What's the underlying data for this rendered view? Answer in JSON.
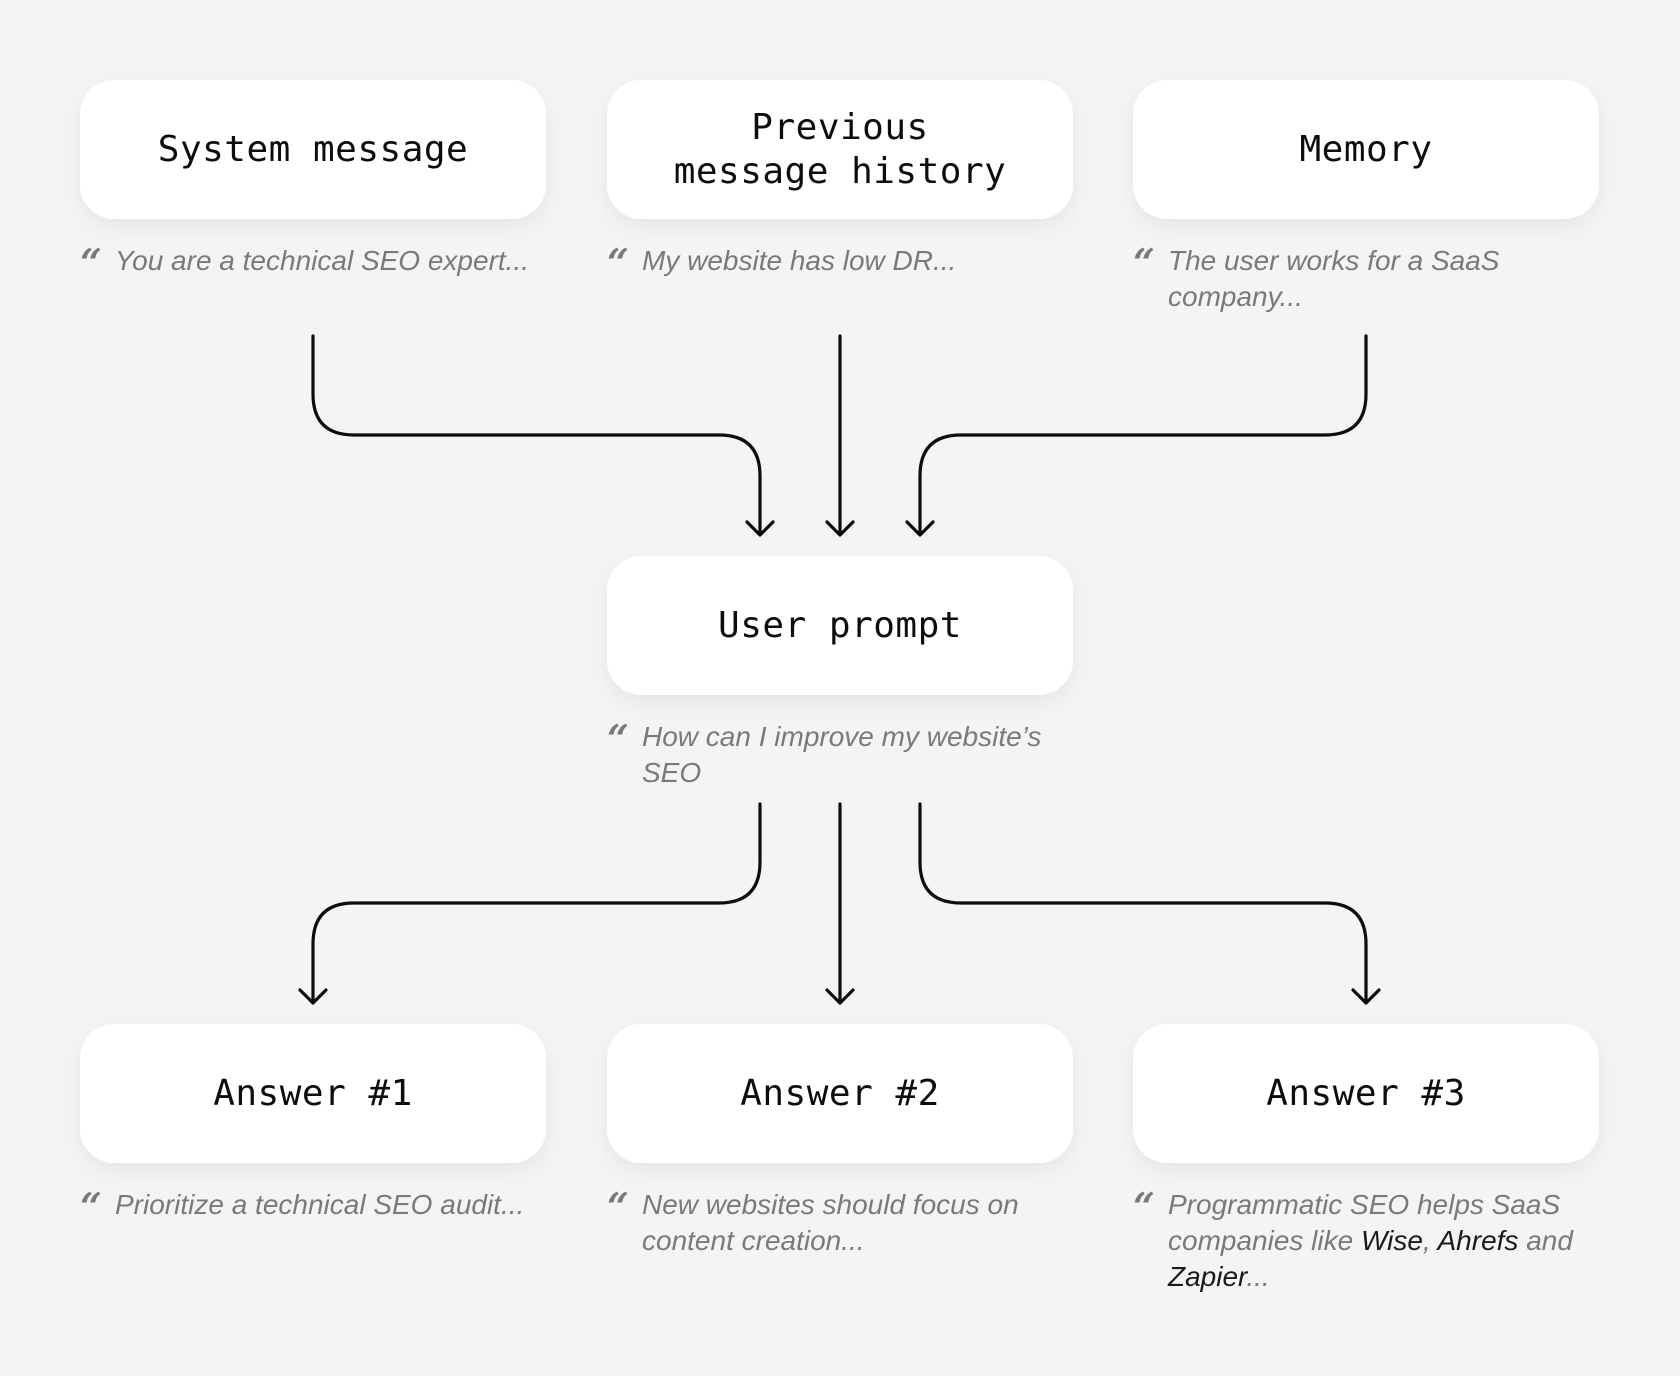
{
  "boxes": {
    "system": "System message",
    "history": "Previous\nmessage history",
    "memory": "Memory",
    "prompt": "User prompt",
    "answer1": "Answer #1",
    "answer2": "Answer #2",
    "answer3": "Answer #3"
  },
  "quote_mark": "“",
  "quotes": {
    "system": "You are a technical SEO expert...",
    "history": "My website has low DR...",
    "memory": "The user works for a SaaS company...",
    "prompt": "How can I improve my website’s SEO",
    "answer1": "Prioritize a technical SEO audit...",
    "answer2": "New websites should focus on content creation...",
    "answer3": {
      "part1": "Programmatic SEO helps SaaS companies like ",
      "wise": "Wise",
      "comma": ", ",
      "ahrefs": "Ahrefs",
      "and": " and ",
      "zapier": "Zapier",
      "end": "..."
    }
  },
  "colors": {
    "background": "#f3f4f6",
    "box": "#ffffff",
    "quote_text": "#7a7a7a",
    "line": "#0d0d0d"
  }
}
